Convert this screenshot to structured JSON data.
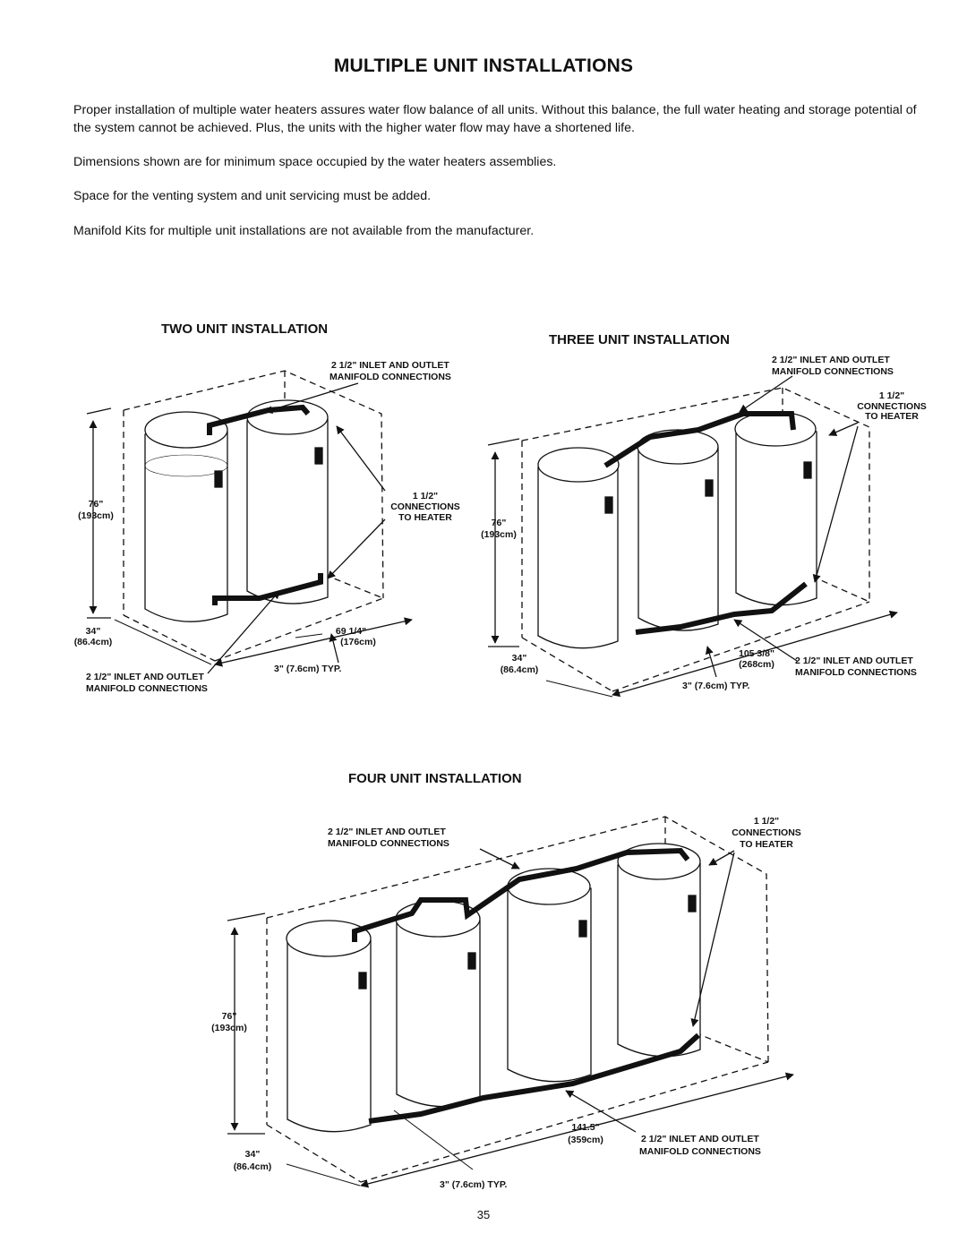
{
  "title": "MULTIPLE UNIT INSTALLATIONS",
  "paragraphs": [
    "Proper installation of multiple water heaters assures water flow balance of all units. Without this balance, the full water heating and storage potential of the system cannot be achieved. Plus, the units with the higher water flow may have a shortened life.",
    "Dimensions shown are for minimum space occupied by the water heaters assemblies.",
    "Space for the venting system and unit servicing must be added.",
    "Manifold Kits for multiple unit installations are not available from the manufacturer."
  ],
  "two_unit": {
    "title": "TWO UNIT INSTALLATION",
    "top_label": [
      "2 1/2\" INLET AND OUTLET",
      "MANIFOLD CONNECTIONS"
    ],
    "side_label": [
      "1 1/2\"",
      "CONNECTIONS",
      "TO HEATER"
    ],
    "height": [
      "76\"",
      "(193cm)"
    ],
    "depth": [
      "34\"",
      "(86.4cm)"
    ],
    "width": [
      "69 1/4\"",
      "(176cm)"
    ],
    "spacing": "3\" (7.6cm) TYP.",
    "bottom_label": [
      "2 1/2\" INLET AND OUTLET",
      "MANIFOLD CONNECTIONS"
    ]
  },
  "three_unit": {
    "title": "THREE UNIT INSTALLATION",
    "top_label": [
      "2 1/2\" INLET AND OUTLET",
      "MANIFOLD CONNECTIONS"
    ],
    "side_label": [
      "1 1/2\"",
      "CONNECTIONS",
      "TO HEATER"
    ],
    "height": [
      "76\"",
      "(193cm)"
    ],
    "depth": [
      "34\"",
      "(86.4cm)"
    ],
    "width": [
      "105 3/8\"",
      "(268cm)"
    ],
    "spacing": "3\" (7.6cm) TYP.",
    "bottom_label": [
      "2 1/2\" INLET AND OUTLET",
      "MANIFOLD CONNECTIONS"
    ]
  },
  "four_unit": {
    "title": "FOUR UNIT INSTALLATION",
    "top_label": [
      "2 1/2\" INLET AND OUTLET",
      "MANIFOLD CONNECTIONS"
    ],
    "side_label": [
      "1 1/2\"",
      "CONNECTIONS",
      "TO HEATER"
    ],
    "height": [
      "76\"",
      "(193cm)"
    ],
    "depth": [
      "34\"",
      "(86.4cm)"
    ],
    "width": [
      "141.5\"",
      "(359cm)"
    ],
    "spacing": "3\" (7.6cm) TYP.",
    "bottom_label": [
      "2 1/2\" INLET AND OUTLET",
      "MANIFOLD CONNECTIONS"
    ]
  },
  "page_number": "35"
}
